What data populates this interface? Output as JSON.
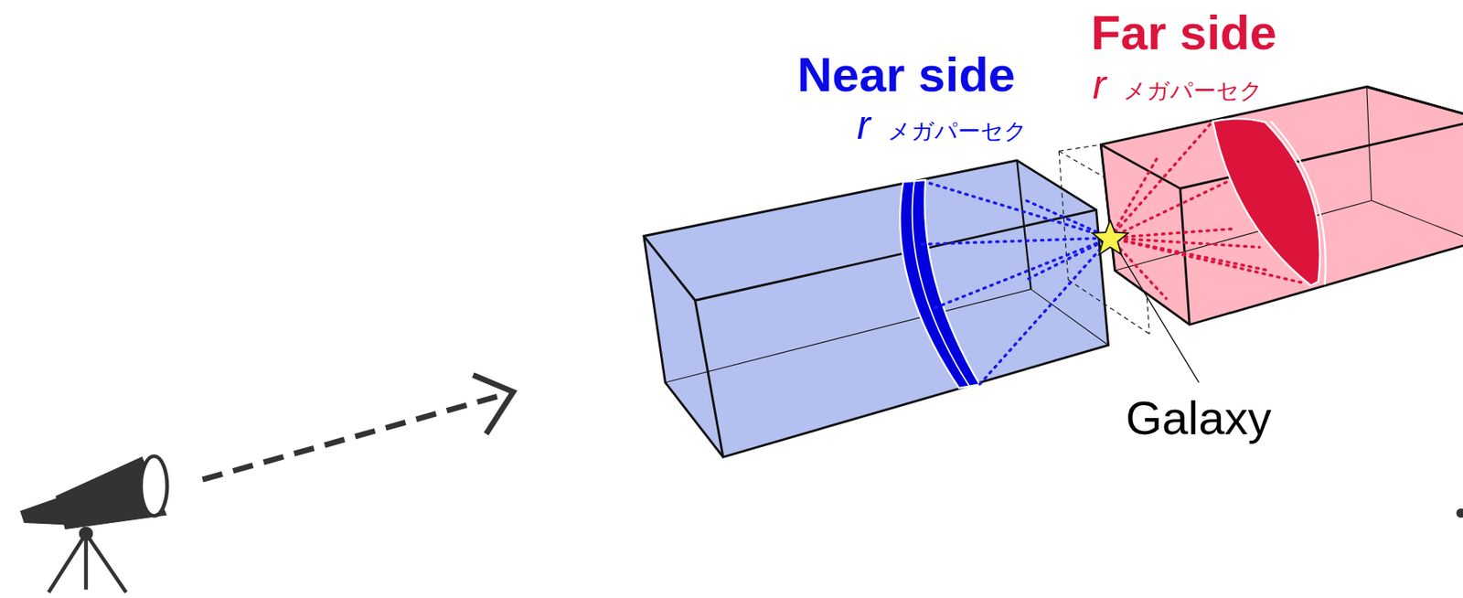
{
  "diagram": {
    "labels": [
      "Near side",
      "r",
      "メガパーセク",
      "Far side",
      "r",
      "メガパーセク",
      "Galaxy"
    ]
  }
}
